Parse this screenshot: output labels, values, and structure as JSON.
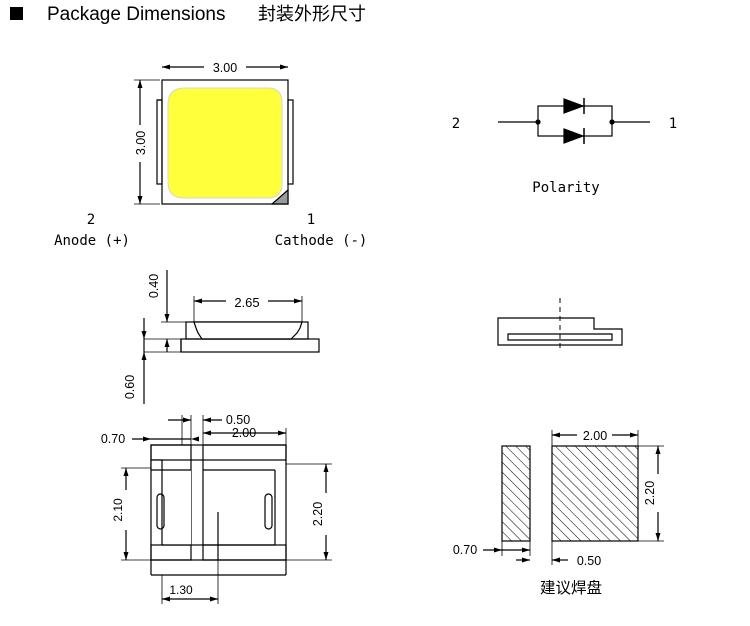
{
  "header": {
    "title": "Package Dimensions",
    "title_cn": "封装外形尺寸"
  },
  "top_view": {
    "width": "3.00",
    "height": "3.00",
    "pin_left_num": "2",
    "pin_left_label": "Anode (+)",
    "pin_right_num": "1",
    "pin_right_label": "Cathode (-)"
  },
  "polarity": {
    "pin_left": "2",
    "pin_right": "1",
    "label": "Polarity"
  },
  "side_view": {
    "top_width": "2.65",
    "top_height": "0.40",
    "base_height": "0.60"
  },
  "bottom_view": {
    "dim_070": "0.70",
    "dim_050": "0.50",
    "dim_200": "2.00",
    "dim_210": "2.10",
    "dim_220": "2.20",
    "dim_130": "1.30"
  },
  "pads": {
    "dim_200": "2.00",
    "dim_220": "2.20",
    "dim_070": "0.70",
    "dim_050": "0.50",
    "label": "建议焊盘"
  },
  "colors": {
    "led_fill": "#ffff3c",
    "line": "#000000"
  }
}
